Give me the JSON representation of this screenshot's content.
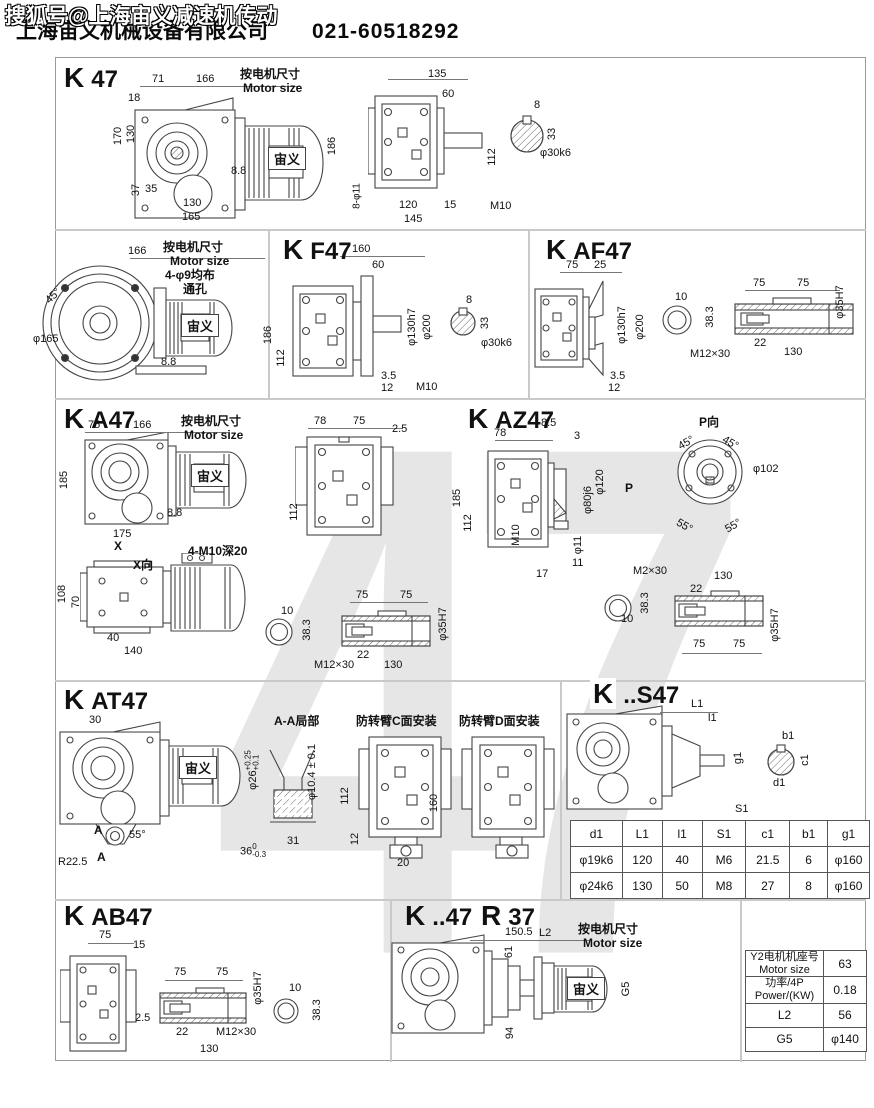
{
  "hdr": {
    "wm": "搜狐号@上海宙义减速机传动",
    "co": "上海宙义机械设备有限公司",
    "tel": "021-60518292"
  },
  "wm47": "47",
  "brand": "宙义",
  "s1": {
    "k": "K",
    "num": "47",
    "d71": "71",
    "d166": "166",
    "mcn": "按电机尺寸",
    "men": "Motor size",
    "d18": "18",
    "d170": "170",
    "d130a": "130",
    "d37": "37",
    "d35": "35",
    "d130b": "130",
    "d165": "165",
    "d88": "8.8",
    "d186": "186",
    "d8f11": "8-φ11",
    "d135": "135",
    "d60": "60",
    "d112": "112",
    "d120": "120",
    "d15": "15",
    "d145": "145",
    "m10": "M10",
    "d8": "8",
    "d33": "33",
    "d30k6": "φ30k6"
  },
  "s2": {
    "d166": "166",
    "mcn": "按电机尺寸",
    "men": "Motor size",
    "h1": "4-φ9均布",
    "h2": "通孔",
    "a45": "45°",
    "d165": "φ165",
    "d88": "8.8"
  },
  "s3": {
    "k": "K",
    "num": "F47",
    "d160": "160",
    "d60": "60",
    "d186": "186",
    "d112": "112",
    "d130h7": "φ130h7",
    "d200": "φ200",
    "d3_5": "3.5",
    "d12": "12",
    "m10": "M10",
    "d8": "8",
    "d33": "33",
    "d30k6": "φ30k6"
  },
  "s4": {
    "k": "K",
    "num": "AF47",
    "d75": "75",
    "d25": "25",
    "d130h7": "φ130h7",
    "d200": "φ200",
    "d3_5": "3.5",
    "d12": "12",
    "d10": "10",
    "d383": "38.3",
    "d75a": "75",
    "d75b": "75",
    "d35h7": "φ35H7",
    "d22": "22",
    "d130": "130",
    "m12": "M12×30"
  },
  "s5": {
    "k": "K",
    "num": "A47",
    "d75": "75",
    "d166": "166",
    "mcn": "按电机尺寸",
    "men": "Motor size",
    "d185": "185",
    "d175": "175",
    "d88": "8.8"
  },
  "s6": {
    "d78": "78",
    "d75": "75",
    "d2_5": "2.5",
    "d112": "112"
  },
  "s7": {
    "k": "K",
    "num": "AZ47",
    "d8_5": "8.5",
    "d3": "3",
    "d78": "78",
    "d185": "185",
    "d112": "112",
    "m10": "M10",
    "d80j6": "φ80j6",
    "d120": "φ120",
    "p": "P",
    "df11": "φ11",
    "d11": "11",
    "d17": "17"
  },
  "s8": {
    "t": "P向",
    "a1": "45°",
    "a2": "45°",
    "d102": "φ102",
    "a3": "55°",
    "a4": "55°"
  },
  "s9": {
    "x": "X",
    "xv": "X向",
    "m10": "4-M10深20",
    "d108": "108",
    "d70": "70",
    "d40": "40",
    "d140": "140"
  },
  "s10": {
    "d10": "10",
    "d383": "38.3",
    "d75a": "75",
    "d75b": "75",
    "d35h7": "φ35H7",
    "d22": "22",
    "d130": "130",
    "m12": "M12×30"
  },
  "s11": {
    "m2": "M2×30",
    "d130": "130",
    "d22": "22",
    "d383": "38.3",
    "d10": "10",
    "d75a": "75",
    "d75b": "75",
    "d35h7": "φ35H7"
  },
  "s12": {
    "k": "K",
    "num": "AT47",
    "d30": "30",
    "a1": "A",
    "a2": "A",
    "a55": "55°",
    "r": "R22.5"
  },
  "s13": {
    "t": "A-A局部",
    "d26": "φ26",
    "tt": "+0.25",
    "tb": "+0.1",
    "d104": "φ10.4 ± 0.1",
    "d31": "31",
    "d36": "36",
    "t36t": "0",
    "t36b": "-0.3"
  },
  "s14": {
    "t": "防转臂C面安装",
    "d112": "112",
    "d12": "12",
    "d160": "160",
    "d20": "20"
  },
  "s15": {
    "t": "防转臂D面安装"
  },
  "s16": {
    "k": "K",
    "num": "..S47",
    "l1": "L1",
    "li1": "l1",
    "g1": "g1",
    "sv1": "S1",
    "b1": "b1",
    "c1": "c1",
    "d1": "d1"
  },
  "t47": {
    "headers": [
      "d1",
      "L1",
      "l1",
      "S1",
      "c1",
      "b1",
      "g1"
    ],
    "rows": [
      [
        "φ19k6",
        "120",
        "40",
        "M6",
        "21.5",
        "6",
        "φ160"
      ],
      [
        "φ24k6",
        "130",
        "50",
        "M8",
        "27",
        "8",
        "φ160"
      ]
    ]
  },
  "s17": {
    "k": "K",
    "num": "AB47",
    "d75": "75",
    "d15": "15",
    "d2_5": "2.5",
    "d75a": "75",
    "d75b": "75",
    "d35h7": "φ35H7",
    "d22": "22",
    "m12": "M12×30",
    "d130": "130",
    "d10": "10",
    "d383": "38.3"
  },
  "s18": {
    "k": "K",
    "num": "..47",
    "r": "R",
    "rnum": "37",
    "d150": "150.5",
    "l2": "L2",
    "mcn": "按电机尺寸",
    "men": "Motor size",
    "d61": "61",
    "d94": "94",
    "g5": "G5"
  },
  "t37": {
    "rows": [
      {
        "cn": "Y2电机机座号",
        "en": "Motor size",
        "val": "63"
      },
      {
        "cn": "功率/4P",
        "en": "Power/(KW)",
        "val": "0.18"
      },
      {
        "cn": "L2",
        "en": "",
        "val": "56"
      },
      {
        "cn": "G5",
        "en": "",
        "val": "φ140"
      }
    ]
  }
}
